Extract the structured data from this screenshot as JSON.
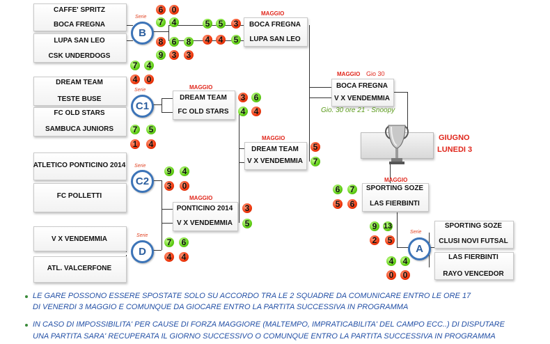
{
  "bracket": {
    "round1": {
      "b_top_team1": "CAFFE' SPRITZ",
      "b_top_team2": "BOCA FREGNA",
      "b_bot_team1": "LUPA SAN LEO",
      "b_bot_team2": "CSK UNDERDOGS",
      "c1_top_team1": "DREAM TEAM",
      "c1_top_team2": "TESTE BUSE",
      "c1_bot_team1": "FC OLD STARS",
      "c1_bot_team2": "SAMBUCA JUNIORS",
      "c2_top_team1": "ATLETICO PONTICINO 2014",
      "c2_bot_team1": "FC POLLETTI",
      "d_top_team1": "V X VENDEMMIA",
      "d_bot_team1": "ATL. VALCERFONE",
      "a_top_team1": "SPORTING SOZE",
      "a_top_team2": "CLUSI NOVI FUTSAL",
      "a_bot_team1": "LAS FIERBINTI",
      "a_bot_team2": "RAYO VENCEDOR"
    },
    "round1_scores": {
      "b1": [
        "6",
        "0"
      ],
      "b2": [
        "7",
        "4"
      ],
      "b3": [
        "8",
        "6",
        "8"
      ],
      "b4": [
        "9",
        "3",
        "3"
      ],
      "c1a": [
        "7",
        "4"
      ],
      "c1b": [
        "4",
        "0"
      ],
      "c1c": [
        "7",
        "5"
      ],
      "c1d": [
        "1",
        "4"
      ],
      "c2a": [
        "9",
        "4"
      ],
      "c2b": [
        "3",
        "0"
      ],
      "da": [
        "7",
        "6"
      ],
      "db": [
        "4",
        "4"
      ],
      "aa": [
        "9",
        "13"
      ],
      "ab": [
        "2",
        "5"
      ],
      "ac": [
        "4",
        "4"
      ],
      "ad": [
        "0",
        "0"
      ]
    },
    "group_labels": {
      "b": "B",
      "c1": "C1",
      "c2": "C2",
      "d": "D",
      "a": "A",
      "serie": "Serie"
    },
    "round2": {
      "m1_label": "MAGGIO",
      "m1_team1": "BOCA FREGNA",
      "m1_team2": "LUPA SAN LEO",
      "m1_scores1": [
        "5",
        "5",
        "3"
      ],
      "m1_scores2": [
        "4",
        "4",
        "5"
      ],
      "m2_label": "MAGGIO",
      "m2_team1": "DREAM TEAM",
      "m2_team2": "FC OLD STARS",
      "m2_scores1": [
        "3",
        "6"
      ],
      "m2_scores2": [
        "4",
        "4"
      ],
      "m3_label": "MAGGIO",
      "m3_team1": "PONTICINO 2014",
      "m3_team2": "V X VENDEMMIA",
      "m3_score1": "3",
      "m3_score2": "5"
    },
    "round3": {
      "label": "MAGGIO",
      "team1": "DREAM TEAM",
      "team2": "V X VENDEMMIA",
      "score1": "5",
      "score2": "7"
    },
    "semi": {
      "label": "MAGGIO",
      "date": "Gio 30",
      "team1": "BOCA FREGNA",
      "team2": "V X VENDEMMIA",
      "note": "Gio. 30 ore 21 - Snoopy"
    },
    "semi_a": {
      "label": "MAGGIO",
      "team1": "SPORTING SOZE",
      "team2": "LAS FIERBINTI",
      "scores1": [
        "6",
        "7"
      ],
      "scores2": [
        "5",
        "6"
      ]
    },
    "final": {
      "month": "GIUGNO",
      "day": "LUNEDI 3"
    }
  },
  "notes": [
    "LE GARE POSSONO ESSERE SPOSTATE SOLO SU ACCORDO TRA LE 2 SQUADRE DA COMUNICARE ENTRO LE ORE 17",
    "DI VENERDI 3 MAGGIO E COMUNQUE DA GIOCARE ENTRO LA PARTITA SUCCESSIVA IN PROGRAMMA",
    "IN CASO DI IMPOSSIBILITA'  PER CAUSE DI FORZA MAGGIORE (MALTEMPO, IMPRATICABILITA' DEL CAMPO ECC..) DI DISPUTARE",
    "UNA PARTITA SARA' RECUPERATA IL GIORNO SUCCESSIVO O COMUNQUE ENTRO LA PARTITA SUCCESSIVA IN PROGRAMMA"
  ],
  "colors": {
    "win": "#62cf17",
    "loss": "#f0380d",
    "hub": "#3c74b8",
    "note": "#224fa5",
    "label": "#e0261b"
  },
  "icons": {
    "trophy": "trophy-icon"
  }
}
